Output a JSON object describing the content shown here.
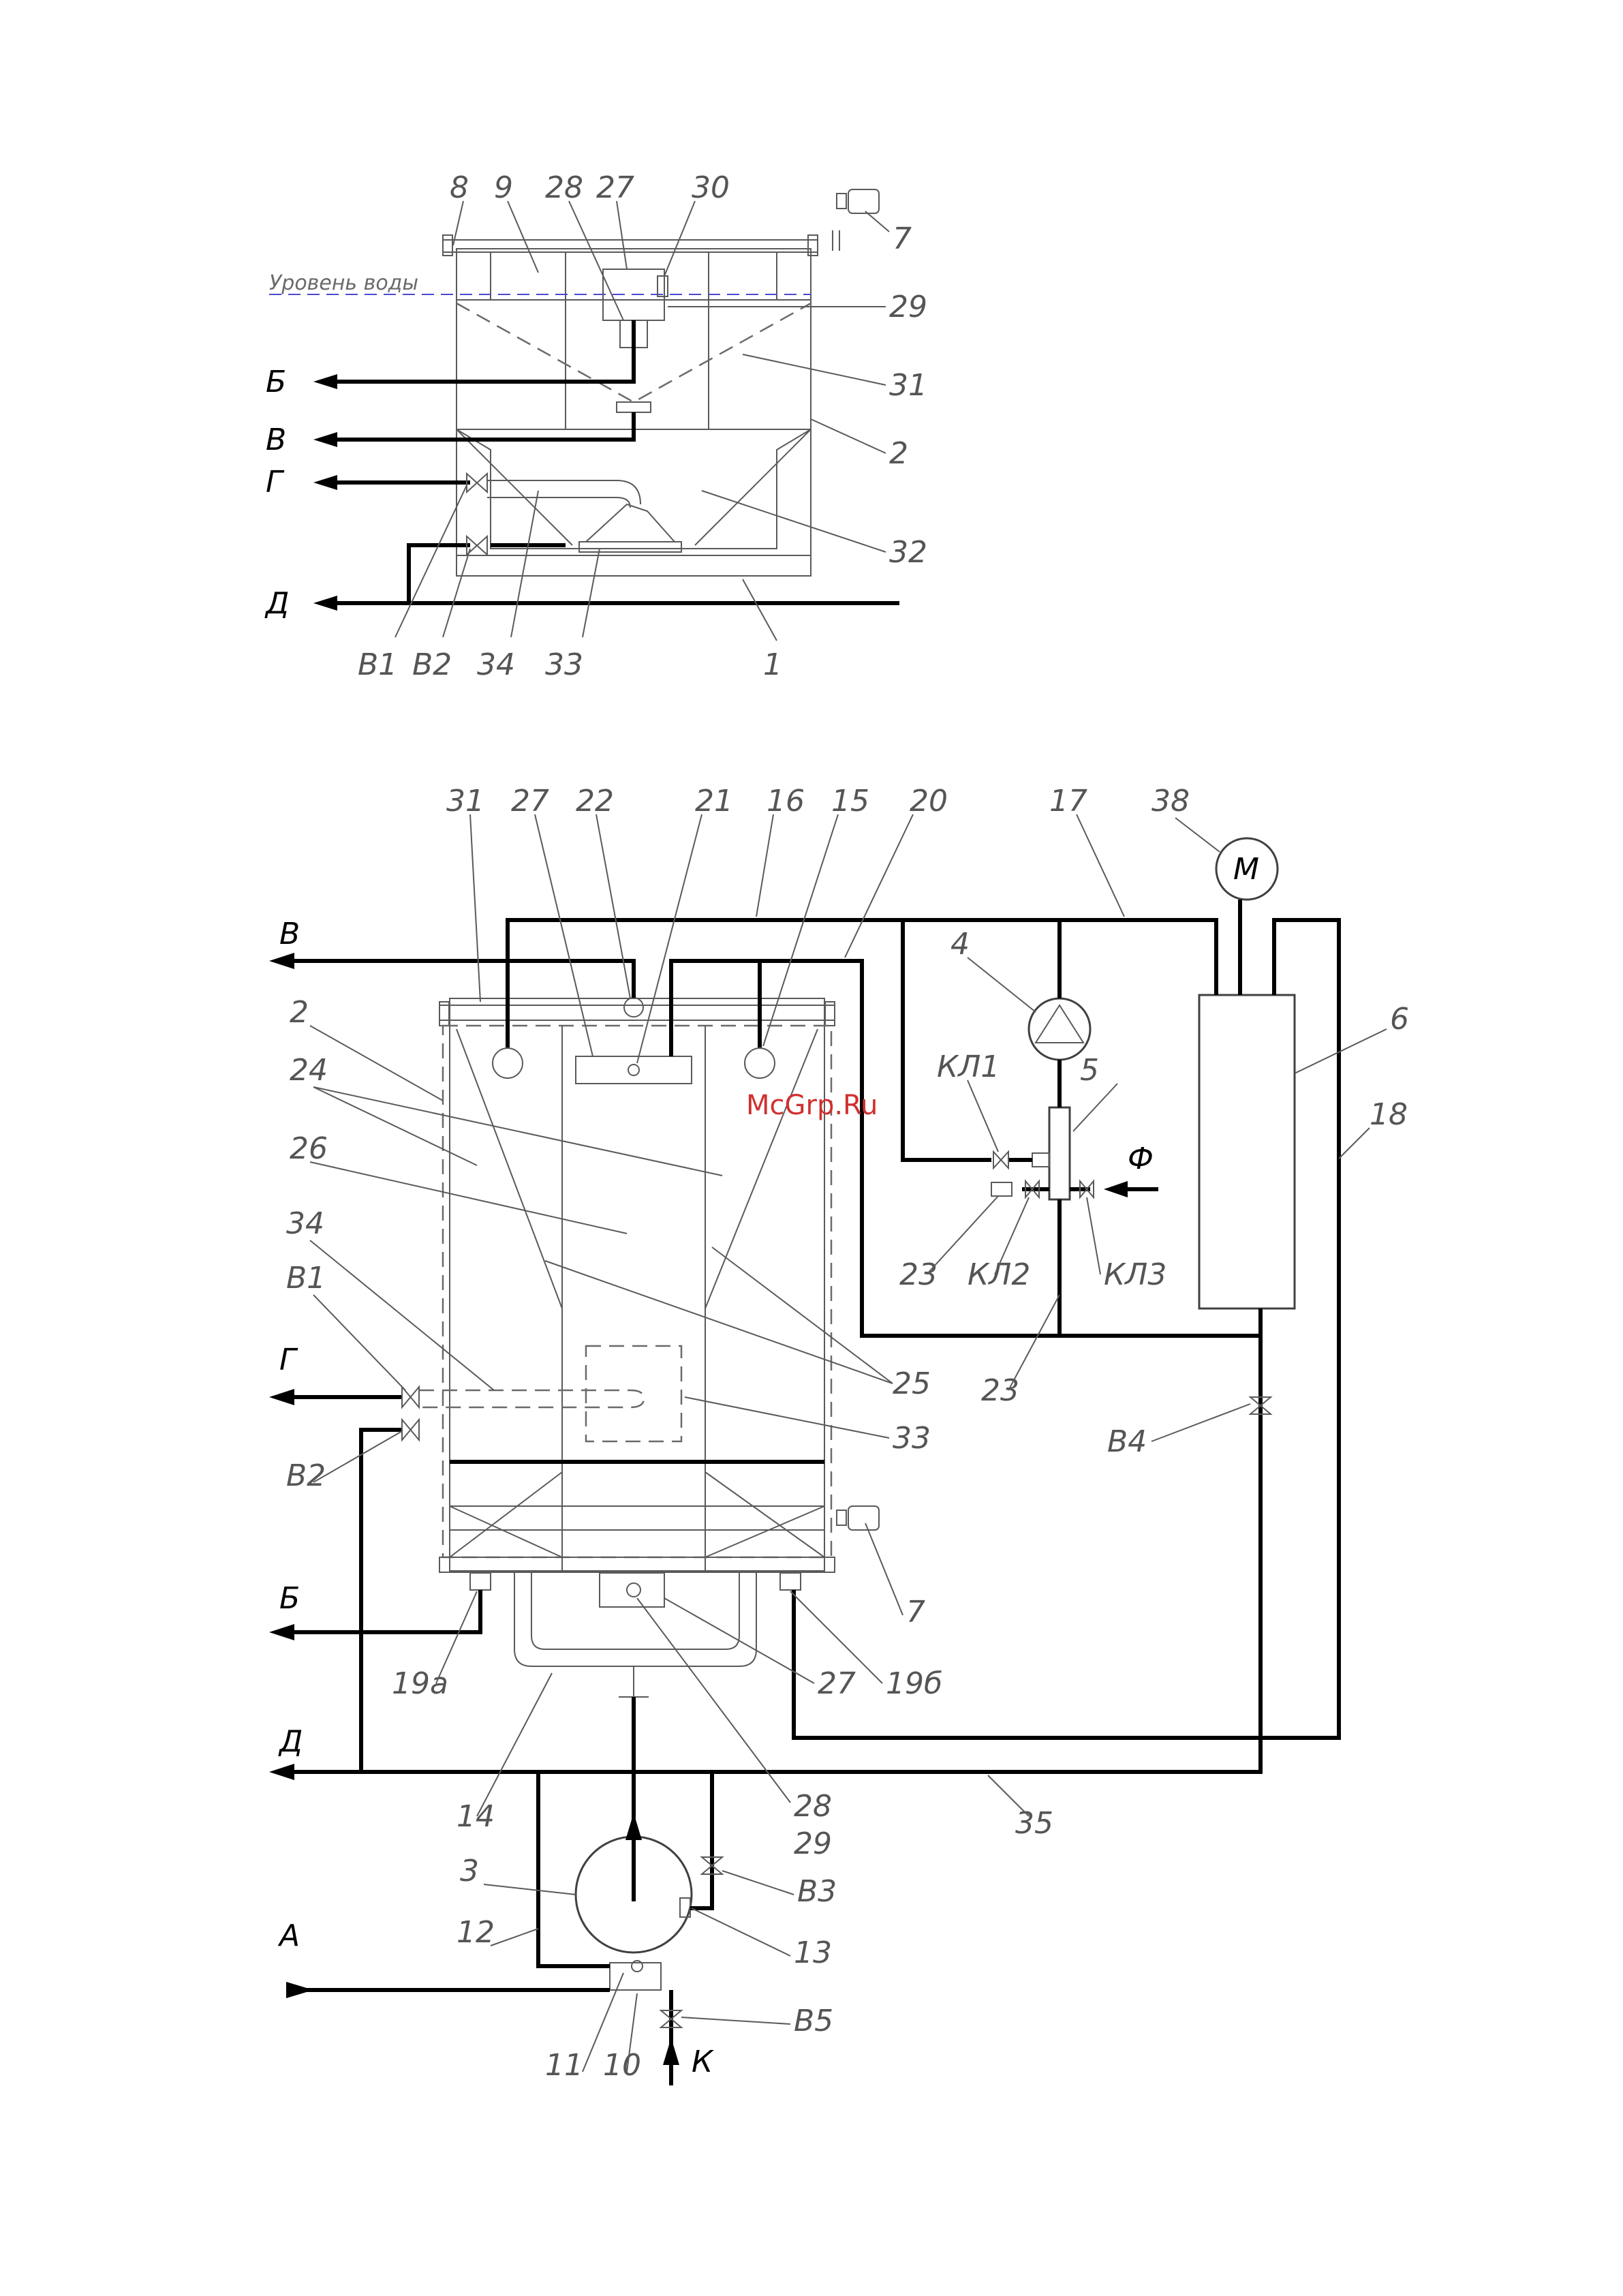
{
  "water_level_label": "Уровень воды",
  "watermark": "McGrp.Ru",
  "top_view": {
    "outlets": [
      "Б",
      "В",
      "Г",
      "Д"
    ],
    "parts": [
      "8",
      "9",
      "28",
      "27",
      "30",
      "7",
      "29",
      "31",
      "2",
      "32",
      "1",
      "В1",
      "В2",
      "34",
      "33"
    ]
  },
  "bottom_view": {
    "flows": [
      "В",
      "Г",
      "Б",
      "Д",
      "А",
      "Ф",
      "К"
    ],
    "motor": "М",
    "parts": [
      "31",
      "27",
      "22",
      "21",
      "16",
      "15",
      "20",
      "17",
      "38",
      "4",
      "6",
      "2",
      "24",
      "26",
      "КЛ1",
      "5",
      "18",
      "34",
      "В1",
      "23",
      "КЛ2",
      "КЛ3",
      "25",
      "23",
      "33",
      "В2",
      "В4",
      "7",
      "19а",
      "27",
      "19б",
      "14",
      "28",
      "29",
      "35",
      "3",
      "В3",
      "12",
      "13",
      "11",
      "10",
      "В5"
    ]
  }
}
